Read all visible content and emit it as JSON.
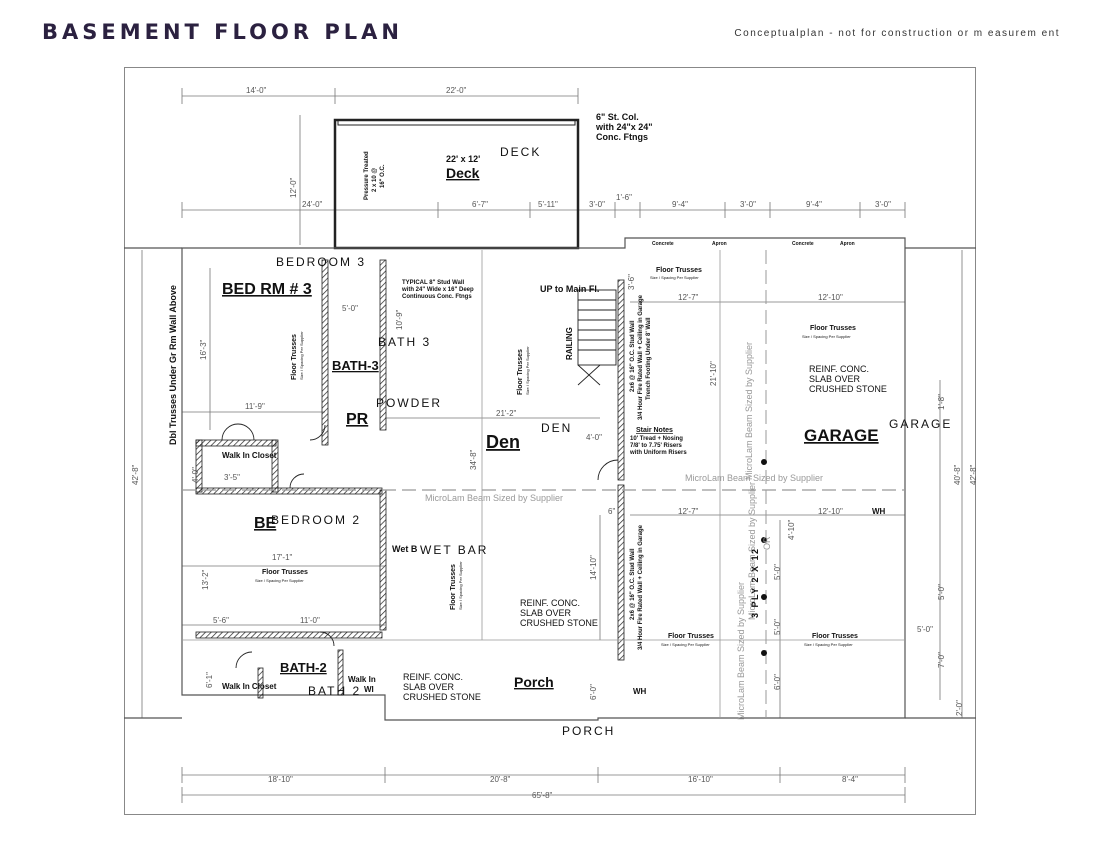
{
  "header": {
    "title": "BASEMENT FLOOR PLAN",
    "disclaimer": "Conceptualplan - not for construction or m easurem ent"
  },
  "rooms": {
    "deck": "DECK",
    "deck_label": "Deck",
    "deck_size": "22' x 12'",
    "bedroom3": "BEDROOM 3",
    "bedroom3_label": "BED RM # 3",
    "bath3": "BATH 3",
    "bath3_label": "BATH-3",
    "powder": "POWDER",
    "powder_label": "PR",
    "den": "DEN",
    "den_label": "Den",
    "garage": "GARAGE",
    "garage_label": "GARAGE",
    "bedroom2": "BEDROOM 2",
    "bedroom2_label": "BE",
    "wetbar": "WET BAR",
    "wetbar_label": "Wet B",
    "bath2": "BATH 2",
    "bath2_label": "BATH-2",
    "porch": "PORCH",
    "porch_label": "Porch",
    "walkin_closet": "Walk In Closet",
    "walkin": "Walk In",
    "wi": "WI",
    "wh": "WH"
  },
  "notes": {
    "up_main": "UP to Main Fl.",
    "railing": "RAILING",
    "typical_wall": [
      "TYPICAL 8\" Stud Wall",
      "with 24\" Wide x 16\" Deep",
      "Continuous Conc. Ftngs"
    ],
    "column": [
      "6\" St. Col.",
      "with 24\"x 24\"",
      "Conc. Ftngs"
    ],
    "deck_joists": [
      "Pressure Treated",
      "2 x 10 @",
      "16\" O.C."
    ],
    "stair_notes": [
      "Stair Notes",
      "10' Tread + Nosing",
      "7/8' to 7.75' Risers",
      "with Uniform Risers"
    ],
    "slab": [
      "REINF. CONC.",
      "SLAB OVER",
      "CRUSHED STONE"
    ],
    "floor_trusses": "Floor Trusses",
    "trusses_sub": "Size / Spacing Per Supplier",
    "microlam": "MicroLam Beam  Sized by Supplier",
    "ply": "3 PLY 2 X 12",
    "dbl_trusses": "Dbl Trusses Under Gr Rm Wall Above",
    "concrete": "Concrete",
    "apron": "Apron",
    "stud_wall": "2x6 @ 16\" O.C. Stud Wall",
    "fire_wall": "3/4 Hour Fire Rated Wall + Ceiling in Garage",
    "trench": "Trench Footing Under 8' Wall",
    "or": "OR"
  },
  "dimensions": {
    "top": [
      "14'-0\"",
      "22'-0\"",
      "12'-0\"",
      "24'-0\"",
      "6'-7\"",
      "5'-11\"",
      "3'-0\"",
      "1'-6\"",
      "9'-4\"",
      "3'-0\"",
      "9'-4\"",
      "3'-0\""
    ],
    "interior": [
      "16'-3\"",
      "5'-0\"",
      "10'-9\"",
      "11'-9\"",
      "21'-2\"",
      "4'-0\"",
      "34'-8\"",
      "3'-5\"",
      "4'-0\"",
      "12'-7\"",
      "12'-10\"",
      "21'-10\"",
      "17'-1\"",
      "13'-2\"",
      "5'-6\"",
      "11'-0\"",
      "6'-1\"",
      "14'-10\"",
      "6'-0\"",
      "12'-7\"",
      "12'-10\"",
      "4'-10\"",
      "5'-0\"",
      "5'-0\"",
      "6'-0\"",
      "5'-0\"",
      "7'-0\"",
      "2'-0\"",
      "1'-8\"",
      "40'-8\"",
      "42'-8\"",
      "42'-8\"",
      "3'-6\"",
      "6\"",
      "5'-0\""
    ],
    "bottom": [
      "18'-10\"",
      "20'-8\"",
      "16'-10\"",
      "8'-4\"",
      "65'-8\""
    ]
  }
}
